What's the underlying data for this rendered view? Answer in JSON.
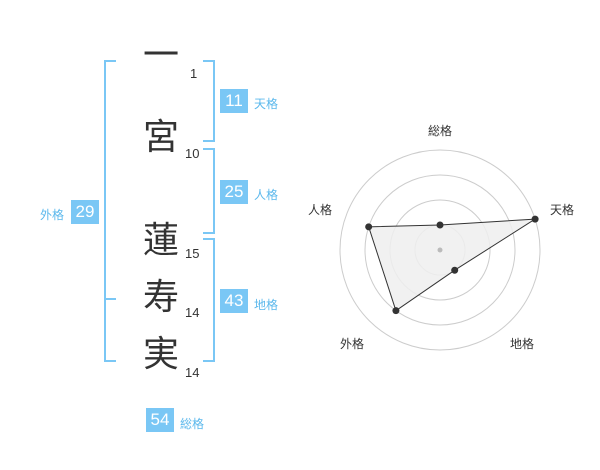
{
  "name": {
    "chars": [
      "一",
      "宮",
      "蓮",
      "寿",
      "実"
    ],
    "strokes": [
      "1",
      "10",
      "15",
      "14",
      "14"
    ]
  },
  "kaku": {
    "tenkaku": {
      "value": "11",
      "label": "天格"
    },
    "jinkaku": {
      "value": "25",
      "label": "人格"
    },
    "chikaku": {
      "value": "43",
      "label": "地格"
    },
    "gaikaku": {
      "value": "29",
      "label": "外格"
    },
    "soukaku": {
      "value": "54",
      "label": "総格"
    }
  },
  "chart_data": {
    "type": "radar",
    "axes": [
      "総格",
      "天格",
      "地格",
      "外格",
      "人格"
    ],
    "levels": 4,
    "max": 4,
    "values": [
      1,
      4,
      1,
      3,
      3
    ],
    "colors": {
      "ring": "#cccccc",
      "fill": "#eeeeee",
      "line": "#333333",
      "point": "#333333",
      "center": "#bbbbbb"
    }
  }
}
